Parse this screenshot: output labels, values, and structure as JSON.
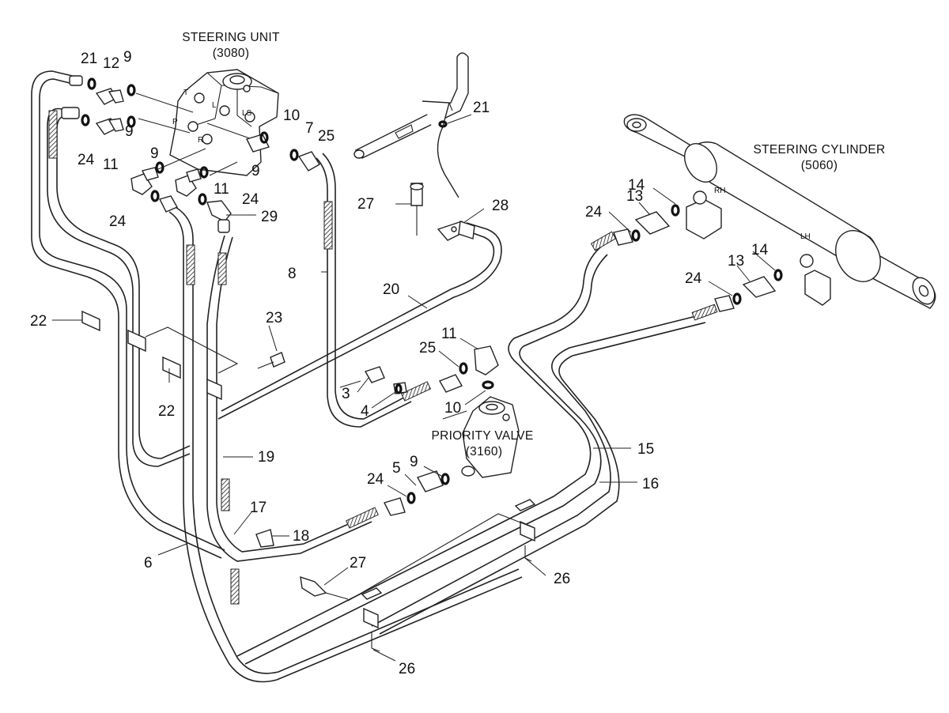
{
  "titles": {
    "steering_unit": "STEERING UNIT",
    "steering_unit_code": "(3080)",
    "steering_cylinder": "STEERING CYLINDER",
    "steering_cylinder_code": "(5060)",
    "priority_valve": "PRIORITY VALVE",
    "priority_valve_code": "(3160)"
  },
  "ports": {
    "t": "T",
    "p": "P",
    "l": "L",
    "ls": "LS",
    "r": "R",
    "rh": "RH",
    "lh": "LH"
  },
  "callouts": {
    "c21a": "21",
    "c12": "12",
    "c9a": "9",
    "c24a": "24",
    "c9b": "9",
    "c11a": "11",
    "c24b": "24",
    "c9c": "9",
    "c11b": "11",
    "c24c": "24",
    "c29": "29",
    "c10a": "10",
    "c7": "7",
    "c25a": "25",
    "c21b": "21",
    "c27a": "27",
    "c28": "28",
    "c8": "8",
    "c20": "20",
    "c22a": "22",
    "c22b": "22",
    "c23": "23",
    "c3": "3",
    "c4": "4",
    "c25b": "25",
    "c11c": "11",
    "c10b": "10",
    "c19": "19",
    "c5": "5",
    "c9d": "9",
    "c24d": "24",
    "c17": "17",
    "c18": "18",
    "c6": "6",
    "c27b": "27",
    "c26a": "26",
    "c26b": "26",
    "c15": "15",
    "c16": "16",
    "c13a": "13",
    "c14a": "14",
    "c24e": "24",
    "c13b": "13",
    "c14b": "14",
    "c24f": "24"
  }
}
